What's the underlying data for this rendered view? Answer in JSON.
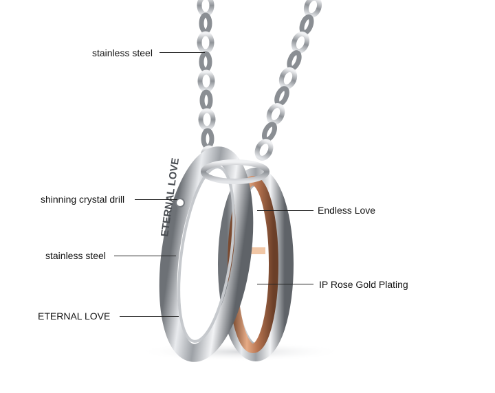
{
  "annotations": {
    "chain": "stainless steel",
    "crystal": "shinning crystal drill",
    "outer_ring": "stainless steel",
    "engraving": "ETERNAL LOVE",
    "inner_band": "Endless Love",
    "plating": "IP Rose Gold Plating"
  },
  "engraving_text": "ETERNAL LOVE",
  "colors": {
    "steel": "#b9bcc0",
    "rose_gold": "#c98a63",
    "label_text": "#111111",
    "leader_line": "#222222"
  }
}
